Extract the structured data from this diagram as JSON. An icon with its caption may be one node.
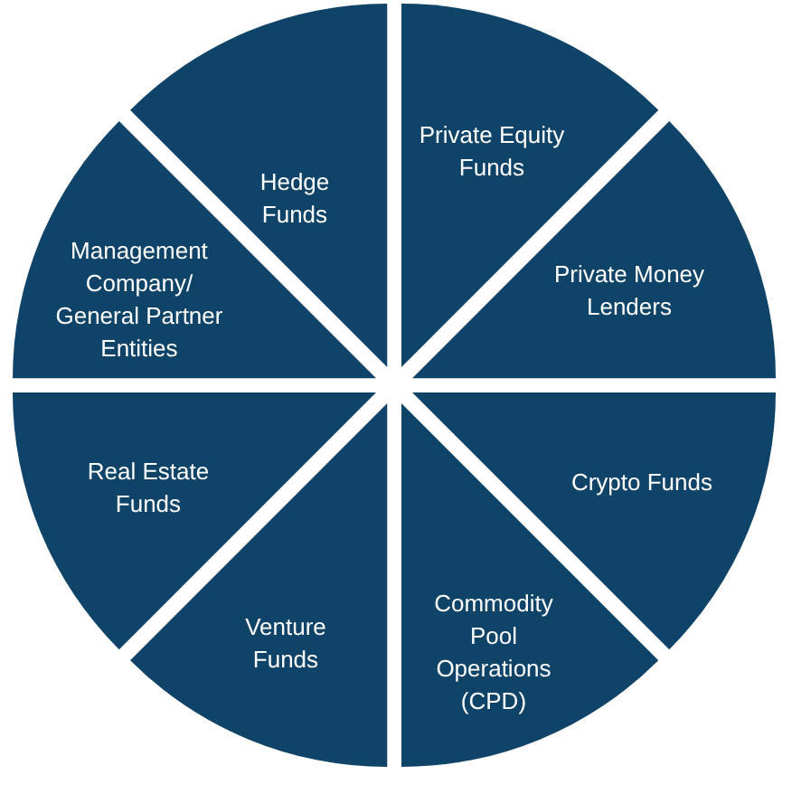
{
  "diagram": {
    "nodes": [
      {
        "text": [
          "Hedge Funds"
        ]
      },
      {
        "text": [
          "Private Equity Funds"
        ]
      },
      {
        "text": [
          "Private Money Lenders"
        ]
      },
      {
        "text": [
          "Crypto Funds"
        ]
      },
      {
        "text": [
          "Commodity Pool Operations (CPD)"
        ]
      },
      {
        "text": [
          "Venture Funds"
        ]
      },
      {
        "text": [
          "Real Estate Funds"
        ]
      },
      {
        "text": [
          "Management Company/ General Partner Entities"
        ]
      }
    ]
  }
}
